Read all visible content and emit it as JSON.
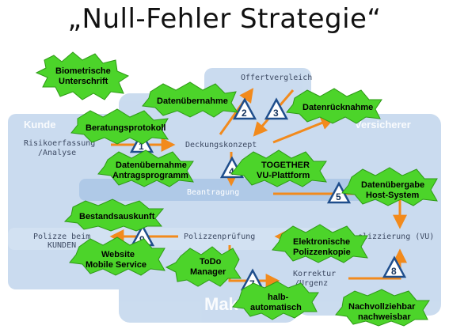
{
  "title": "„Null-Fehler Strategie“",
  "regions": {
    "kunde": "Kunde",
    "versicherer": "Versicherer",
    "makler": "Mak"
  },
  "steps": {
    "offertvergleich": "Offertvergleich",
    "risikoerfassung_1": "Risikoerfassung",
    "risikoerfassung_2": "/Analyse",
    "deckungskonzept": "Deckungskonzept",
    "beantragung": "Beantragung",
    "polizze_kunden_1": "Polizze beim",
    "polizze_kunden_2": "KUNDEN",
    "polizzenpruefung": "Polizzenprüfung",
    "polizzierung": "olizzierung (VU)",
    "korrektur_1": "Korrektur",
    "korrektur_2": "/Urgenz"
  },
  "badges": [
    "1",
    "2",
    "3",
    "4",
    "5",
    "7",
    "8",
    "9"
  ],
  "bursts": {
    "biometrische_1": "Biometrische",
    "biometrische_2": "Unterschrift",
    "datenuebernahme": "Datenübernahme",
    "datenruecknahme": "Datenrücknahme",
    "beratungsprotokoll": "Beratungsprotokoll",
    "antragsprogramm_1": "Datenübernahme",
    "antragsprogramm_2": "Antragsprogramm",
    "together_1": "TOGETHER",
    "together_2": "VU-Plattform",
    "datenuebergabe_1": "Datenübergabe",
    "datenuebergabe_2": "Host-System",
    "bestandsauskunft": "Bestandsauskunft",
    "website_1": "Website",
    "website_2": "Mobile Service",
    "elektronische_1": "Elektronische",
    "elektronische_2": "Polizzenkopie",
    "todo_1": "ToDo",
    "todo_2": "Manager",
    "halbautomatisch_1": "halb-",
    "halbautomatisch_2": "automatisch",
    "nachvollziehbar_1": "Nachvollziehbar",
    "nachvollziehbar_2": "nachweisbar"
  },
  "colors": {
    "box_blue": "#a9c6e6",
    "box_blue_dark": "#8fb3db",
    "arrow_orange": "#f28a1c",
    "burst_green": "#4cd42a",
    "badge_blue": "#1f4e8c"
  }
}
